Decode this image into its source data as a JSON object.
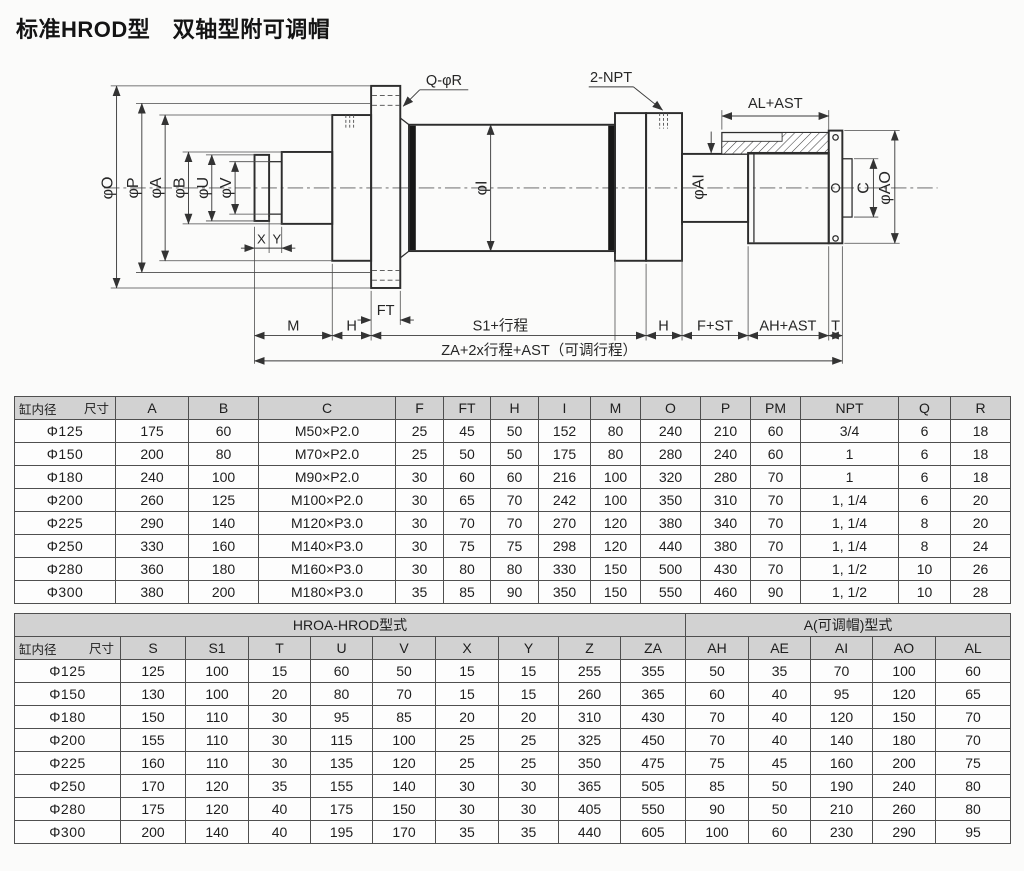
{
  "page": {
    "title": "标准HROD型　双轴型附可调帽"
  },
  "diagram": {
    "labels": {
      "q_r": "Q-φR",
      "npt": "2-NPT",
      "al_ast": "AL+AST",
      "o": "φO",
      "p": "φP",
      "a": "φA",
      "b": "φB",
      "u": "φU",
      "v": "φV",
      "i": "φI",
      "ai": "φAI",
      "c": "C",
      "ao": "φAO",
      "x": "X",
      "y": "Y",
      "ft": "FT",
      "m": "M",
      "h1": "H",
      "s1": "S1+行程",
      "h2": "H",
      "f_st": "F+ST",
      "ah_ast": "AH+AST",
      "t": "T",
      "total": "ZA+2x行程+AST（可调行程）"
    }
  },
  "table1": {
    "corner": {
      "top": "尺寸",
      "bottom": "缸内径"
    },
    "columns": [
      "A",
      "B",
      "C",
      "F",
      "FT",
      "H",
      "I",
      "M",
      "O",
      "P",
      "PM",
      "NPT",
      "Q",
      "R"
    ],
    "rows": [
      {
        "bore": "Φ125",
        "values": [
          "175",
          "60",
          "M50×P2.0",
          "25",
          "45",
          "50",
          "152",
          "80",
          "240",
          "210",
          "60",
          "3/4",
          "6",
          "18"
        ]
      },
      {
        "bore": "Φ150",
        "values": [
          "200",
          "80",
          "M70×P2.0",
          "25",
          "50",
          "50",
          "175",
          "80",
          "280",
          "240",
          "60",
          "1",
          "6",
          "18"
        ]
      },
      {
        "bore": "Φ180",
        "values": [
          "240",
          "100",
          "M90×P2.0",
          "30",
          "60",
          "60",
          "216",
          "100",
          "320",
          "280",
          "70",
          "1",
          "6",
          "18"
        ]
      },
      {
        "bore": "Φ200",
        "values": [
          "260",
          "125",
          "M100×P2.0",
          "30",
          "65",
          "70",
          "242",
          "100",
          "350",
          "310",
          "70",
          "1, 1/4",
          "6",
          "20"
        ]
      },
      {
        "bore": "Φ225",
        "values": [
          "290",
          "140",
          "M120×P3.0",
          "30",
          "70",
          "70",
          "270",
          "120",
          "380",
          "340",
          "70",
          "1, 1/4",
          "8",
          "20"
        ]
      },
      {
        "bore": "Φ250",
        "values": [
          "330",
          "160",
          "M140×P3.0",
          "30",
          "75",
          "75",
          "298",
          "120",
          "440",
          "380",
          "70",
          "1, 1/4",
          "8",
          "24"
        ]
      },
      {
        "bore": "Φ280",
        "values": [
          "360",
          "180",
          "M160×P3.0",
          "30",
          "80",
          "80",
          "330",
          "150",
          "500",
          "430",
          "70",
          "1, 1/2",
          "10",
          "26"
        ]
      },
      {
        "bore": "Φ300",
        "values": [
          "380",
          "200",
          "M180×P3.0",
          "35",
          "85",
          "90",
          "350",
          "150",
          "550",
          "460",
          "90",
          "1, 1/2",
          "10",
          "28"
        ]
      }
    ]
  },
  "table2": {
    "group_headers": [
      "HROA-HROD型式",
      "A(可调帽)型式"
    ],
    "corner": {
      "top": "尺寸",
      "bottom": "缸内径"
    },
    "columns": [
      "S",
      "S1",
      "T",
      "U",
      "V",
      "X",
      "Y",
      "Z",
      "ZA",
      "AH",
      "AE",
      "AI",
      "AO",
      "AL"
    ],
    "rows": [
      {
        "bore": "Φ125",
        "values": [
          "125",
          "100",
          "15",
          "60",
          "50",
          "15",
          "15",
          "255",
          "355",
          "50",
          "35",
          "70",
          "100",
          "60"
        ]
      },
      {
        "bore": "Φ150",
        "values": [
          "130",
          "100",
          "20",
          "80",
          "70",
          "15",
          "15",
          "260",
          "365",
          "60",
          "40",
          "95",
          "120",
          "65"
        ]
      },
      {
        "bore": "Φ180",
        "values": [
          "150",
          "110",
          "30",
          "95",
          "85",
          "20",
          "20",
          "310",
          "430",
          "70",
          "40",
          "120",
          "150",
          "70"
        ]
      },
      {
        "bore": "Φ200",
        "values": [
          "155",
          "110",
          "30",
          "115",
          "100",
          "25",
          "25",
          "325",
          "450",
          "70",
          "40",
          "140",
          "180",
          "70"
        ]
      },
      {
        "bore": "Φ225",
        "values": [
          "160",
          "110",
          "30",
          "135",
          "120",
          "25",
          "25",
          "350",
          "475",
          "75",
          "45",
          "160",
          "200",
          "75"
        ]
      },
      {
        "bore": "Φ250",
        "values": [
          "170",
          "120",
          "35",
          "155",
          "140",
          "30",
          "30",
          "365",
          "505",
          "85",
          "50",
          "190",
          "240",
          "80"
        ]
      },
      {
        "bore": "Φ280",
        "values": [
          "175",
          "120",
          "40",
          "175",
          "150",
          "30",
          "30",
          "405",
          "550",
          "90",
          "50",
          "210",
          "260",
          "80"
        ]
      },
      {
        "bore": "Φ300",
        "values": [
          "200",
          "140",
          "40",
          "195",
          "170",
          "35",
          "35",
          "440",
          "605",
          "100",
          "60",
          "230",
          "290",
          "95"
        ]
      }
    ]
  }
}
